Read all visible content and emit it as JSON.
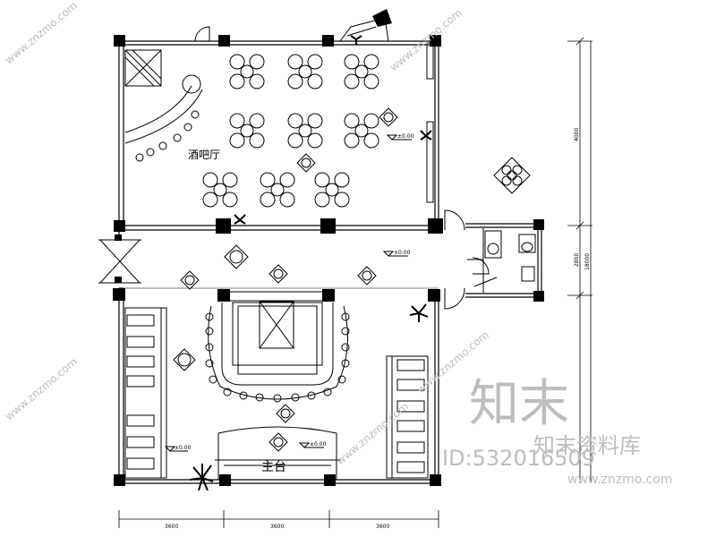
{
  "rooms": {
    "bar_hall": "酒吧厅",
    "main_stage": "主台"
  },
  "dimensions": {
    "bottom": [
      "3600",
      "3600",
      "3600"
    ],
    "right": [
      "4000",
      "2800",
      "18000"
    ]
  },
  "level_marks": [
    "±0.00",
    "±0.00",
    "±0.00",
    "±0.00"
  ],
  "watermark": {
    "brand": "知末",
    "tagline": "知末资料库",
    "id_text": "ID:532016509",
    "url": "www.znzmo.com",
    "diagonal": "www.znzmo.com"
  }
}
